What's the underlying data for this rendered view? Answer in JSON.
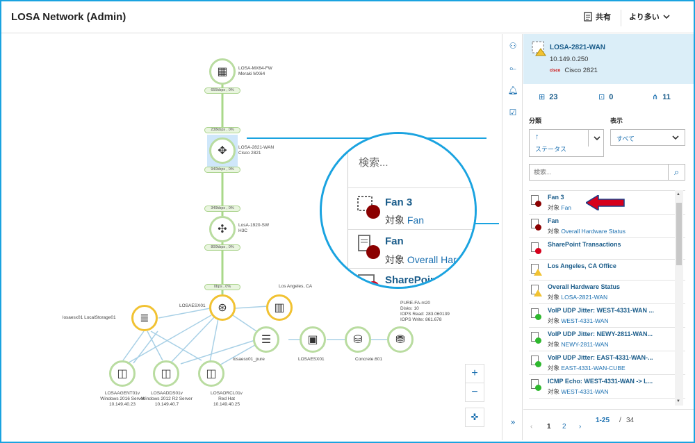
{
  "header": {
    "title": "LOSA Network (Admin)",
    "share_label": "共有",
    "more_label": "より多い"
  },
  "map": {
    "nodes": [
      {
        "id": "fw",
        "name": "LOSA-MX64-FW",
        "sub": "Meraki MX64",
        "icon": "firewall-icon"
      },
      {
        "id": "rtr",
        "name": "LOSA-2821-WAN",
        "sub": "Cisco 2821",
        "icon": "router-icon"
      },
      {
        "id": "sw",
        "name": "LosA-1920-SW",
        "sub": "H3C",
        "icon": "switch-icon"
      },
      {
        "id": "esx",
        "name": "LOSAESX01",
        "sub": "",
        "icon": "hypervisor-icon"
      },
      {
        "id": "la",
        "name": "Los Angeles, CA",
        "sub": "",
        "icon": "building-icon"
      },
      {
        "id": "ls",
        "name": "losaesx01 LocalStorage01",
        "sub": "",
        "icon": "storage-icon"
      },
      {
        "id": "pure",
        "name": "losaesx01_pure",
        "sub": "",
        "icon": "server-icon"
      },
      {
        "id": "esx2",
        "name": "LOSAESX01",
        "sub": "",
        "icon": "host-icon"
      },
      {
        "id": "concrete",
        "name": "Concrete.601",
        "sub": "",
        "icon": "database-icon"
      },
      {
        "id": "pure20",
        "name": "PURE-FA-m20",
        "sub": "Disks: 10\nIOPS Read: 283.060139\nIOPS Write: 861.678",
        "icon": "array-icon"
      },
      {
        "id": "agent",
        "name": "LOSAAGENT01v",
        "sub": "Windows 2016 Server\n10.149.40.23",
        "icon": "vm-icon"
      },
      {
        "id": "add",
        "name": "LOSAADDS01v",
        "sub": "Windows 2012 R2 Server\n10.149.40.7",
        "icon": "vm-icon"
      },
      {
        "id": "orcl",
        "name": "LOSAORCL01v",
        "sub": "Red Hat\n10.149.40.25",
        "icon": "vm-icon"
      }
    ],
    "link_labels": [
      "655kbps , 0%",
      "238kbps , 0%",
      "940kbps , 0%",
      "349kbps , 0%",
      "800kbps , 0%",
      "0bps , 0%"
    ],
    "zoom_in": "+",
    "zoom_out": "−"
  },
  "zoom_detail": {
    "search_placeholder": "検索...",
    "items": [
      {
        "title": "Fan 3",
        "prefix": "対象",
        "link": "Fan"
      },
      {
        "title": "Fan",
        "prefix": "対象",
        "link": "Overall Hardware Status"
      },
      {
        "title": "SharePoint Transactions",
        "prefix": "",
        "link": ""
      }
    ]
  },
  "panel": {
    "device": {
      "name": "LOSA-2821-WAN",
      "ip": "10.149.0.250",
      "vendor": "cisco",
      "model": "Cisco 2821"
    },
    "stats": [
      {
        "icon": "children-icon",
        "value": "23"
      },
      {
        "icon": "hierarchy-icon",
        "value": "0"
      },
      {
        "icon": "network-icon",
        "value": "11"
      }
    ],
    "sort_label": "分類",
    "sort_value": "ステータス",
    "show_label": "表示",
    "show_value": "すべて",
    "search_placeholder": "検索...",
    "items": [
      {
        "title": "Fan 3",
        "prefix": "対象",
        "link": "Fan",
        "status": "critical"
      },
      {
        "title": "Fan",
        "prefix": "対象",
        "link": "Overall Hardware Status",
        "status": "critical"
      },
      {
        "title": "SharePoint Transactions",
        "prefix": "",
        "link": "",
        "status": "error"
      },
      {
        "title": "Los Angeles, CA Office",
        "prefix": "",
        "link": "",
        "status": "warning"
      },
      {
        "title": "Overall Hardware Status",
        "prefix": "対象",
        "link": "LOSA-2821-WAN",
        "status": "warning"
      },
      {
        "title": "VoIP UDP Jitter: WEST-4331-WAN ...",
        "prefix": "対象",
        "link": "WEST-4331-WAN",
        "status": "up"
      },
      {
        "title": "VoIP UDP Jitter: NEWY-2811-WAN...",
        "prefix": "対象",
        "link": "NEWY-2811-WAN",
        "status": "up"
      },
      {
        "title": "VoIP UDP Jitter: EAST-4331-WAN-...",
        "prefix": "対象",
        "link": "EAST-4331-WAN-CUBE",
        "status": "up"
      },
      {
        "title": "ICMP Echo: WEST-4331-WAN -> L...",
        "prefix": "対象",
        "link": "WEST-4331-WAN",
        "status": "up"
      }
    ],
    "pager": {
      "page1": "1",
      "page2": "2",
      "range": "1-25",
      "sep": "/",
      "total": "34"
    }
  },
  "colors": {
    "accent": "#1aa3e0",
    "link": "#1a6fb0",
    "critical": "#8b0000",
    "error": "#d6001c",
    "warning": "#f1c232",
    "up": "#2eb82e",
    "node_border": "#b9dca0"
  }
}
